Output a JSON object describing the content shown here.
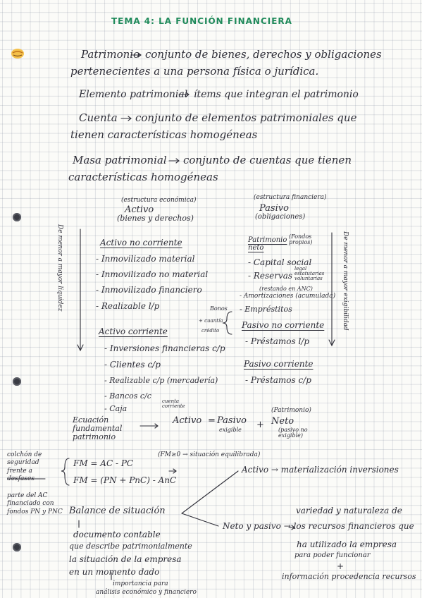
{
  "title": "TEMA 4: LA FUNCIÓN FINANCIERA",
  "defs": [
    {
      "term": "Patrimonio",
      "text": "conjunto de bienes, derechos y obligaciones",
      "text2": "pertenecientes a una persona física o jurídica."
    },
    {
      "term": "Elemento patrimonial",
      "text": "ítems que integran el patrimonio"
    },
    {
      "term": "Cuenta",
      "text": "conjunto de elementos patrimoniales que",
      "text2": "tienen características homogéneas"
    },
    {
      "term": "Masa patrimonial",
      "text": "conjunto de cuentas que tienen",
      "text2": "características homogéneas"
    }
  ],
  "activo": {
    "structure": "(estructura económica)",
    "heading": "Activo",
    "sub": "(bienes y derechos)",
    "anc_heading": "Activo no corriente",
    "anc_items": [
      "- Inmovilizado material",
      "- Inmovilizado no material",
      "- Inmovilizado financiero",
      "- Realizable l/p"
    ],
    "ac_heading": "Activo corriente",
    "ac_items": [
      "- Inversiones financieras c/p",
      "- Clientes c/p",
      "- Realizable c/p (mercadería)",
      "- Bancos c/c",
      "- Caja"
    ],
    "caja_note": "cuenta corriente",
    "side_label": "De menor a mayor liquidez"
  },
  "pasivo": {
    "structure": "(estructura financiera)",
    "heading": "Pasivo",
    "sub": "(obligaciones)",
    "pn_heading": "Patrimonio neto",
    "pn_note": "(Fondos propios)",
    "pn_items": [
      "- Capital social",
      "- Reservas",
      "(restando en ANC)",
      "- Amortizaciones (acumulada)",
      "- Empréstitos"
    ],
    "reservas_note": "legal estatutarias voluntarias",
    "pnc_heading": "Pasivo no corriente",
    "pnc_items": [
      "- Préstamos l/p"
    ],
    "pc_heading": "Pasivo corriente",
    "pc_items": [
      "- Préstamos c/p"
    ],
    "side_label": "De menor a mayor exigibilidad",
    "bonos_notes": [
      "Bonos",
      "+ cuantía",
      "crédito"
    ]
  },
  "equation": {
    "label": "Ecuación fundamental patrimonio",
    "lhs": "Activo",
    "eq": "=",
    "pasivo": "Pasivo",
    "pasivo_note": "exigible",
    "plus": "+",
    "neto": "Neto",
    "neto_note_top": "(Patrimonio)",
    "neto_note_bottom": "(pasivo no exigible)"
  },
  "fm": {
    "left_note": "colchón de seguridad frente a desfases",
    "formula1": "FM = AC - PC",
    "formula2": "FM = (PN + PnC) - AnC",
    "cond": "(FM≥0 → situación equilibrada)",
    "left_note2": "parte del AC financiado con fondos PN y PNC"
  },
  "balance": {
    "heading": "Balance de situación",
    "doc": "documento contable",
    "desc1": "que describe patrimonialmente",
    "desc2": "la situación de la empresa",
    "desc3": "en un momento dado",
    "importance": "importancia para",
    "analysis": "análisis económico y financiero",
    "activo_line": "Activo → materialización inversiones",
    "pn_line": "Neto y pasivo → los recursos financieros que",
    "pn_line2": "ha utilizado la empresa",
    "pn_line3": "para poder funcionar",
    "variedad": "variedad y naturaleza de",
    "info": "información procedencia recursos"
  },
  "colors": {
    "title_green": "#1f8a5a",
    "ink": "#2e2e38",
    "grid": "#c8ccd6"
  }
}
